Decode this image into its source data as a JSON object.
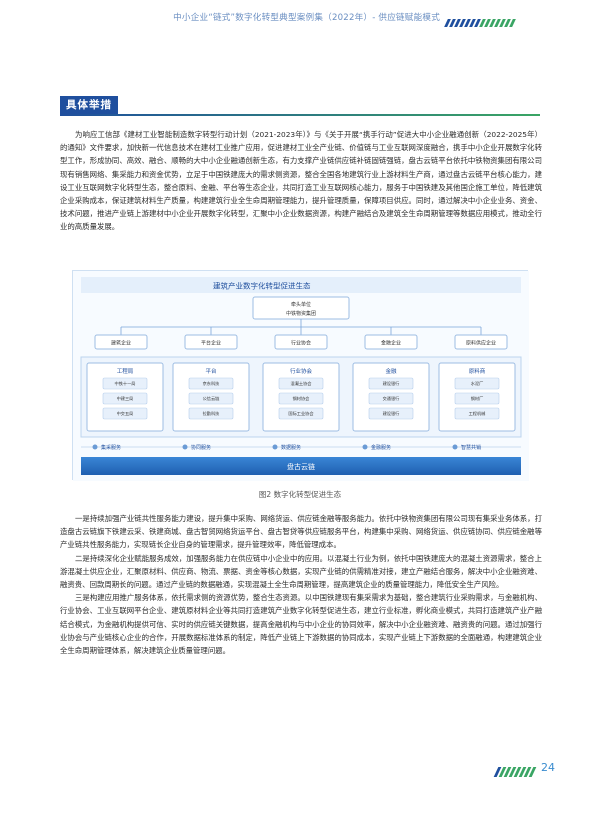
{
  "header": {
    "title": "中小企业“链式”数字化转型典型案例集（2022年）- 供应链赋能模式"
  },
  "section": {
    "tag": "具体举措"
  },
  "paragraph1": "为响应工信部《建材工业智能制造数字转型行动计划（2021-2023年）》与《关于开展“携手行动”促进大中小企业融通创新（2022-2025年）的通知》文件要求，加快新一代信息技术在建材工业推广应用，促进建材工业全产业链、价值链与工业互联网深度融合，携手中小企业开展数字化转型工作，形成协同、高效、融合、顺畅的大中小企业融通创新生态，有力支撑产业链供应链补链固链强链，盘古云链平台依托中铁物资集团有限公司现有销售网络、集采能力和资金优势，立足于中国铁建庞大的需求侧资源，整合全国各地建筑行业上游材料生产商，通过盘古云链平台核心能力，建设工业互联网数字化转型生态，整合原料、金融、平台等生态企业，共同打造工业互联网核心能力，服务于中国铁建及其他国企施工单位，降低建筑企业采购成本，保证建筑材料生产质量，构建建筑行业全生命周期管理能力，提升管理质量，保障项目供应。同时，通过解决中小企业业务、资金、技术问题，推进产业链上游建材中小企业开展数字化转型，汇聚中小企业数据资源，构建产融结合及建筑全生命周期管理等数据应用模式，推动全行业的高质量发展。",
  "figure": {
    "title": "建筑产业数字化转型促进生态",
    "leader_line1": "牵头单位",
    "leader_line2": "中铁物资集团",
    "tier_nodes": [
      "建筑企业",
      "平台企业",
      "行业协会",
      "金融企业",
      "原料供应企业"
    ],
    "groups": [
      {
        "title": "工程局",
        "items": [
          "中铁十一局",
          "中建三局",
          "中交五局"
        ]
      },
      {
        "title": "平台",
        "items": [
          "京东科技",
          "公信云链",
          "拉勤科技"
        ]
      },
      {
        "title": "行业协会",
        "items": [
          "混凝土协会",
          "钢材协会",
          "国际工业协会"
        ]
      },
      {
        "title": "金融",
        "items": [
          "建设银行",
          "交通银行",
          "建设银行"
        ]
      },
      {
        "title": "原料商",
        "items": [
          "水泥厂",
          "钢材厂",
          "工程机械"
        ]
      }
    ],
    "services": [
      "集采服务",
      "协同服务",
      "数据服务",
      "金融服务",
      "智慧共销"
    ],
    "base": "盘古云链"
  },
  "caption": "图2 数字化转型促进生态",
  "paragraph2": "一是持续加强产业链共性服务能力建设，提升集中采购、网络货运、供应链金融等服务能力。依托中铁物资集团有限公司现有集采业务体系，打造盘古云链旗下铁建云采、铁建商城、盘古智贸网络货运平台、盘古智贷等供应链服务平台，构建集中采购、网络货运、供应链协同、供应链金融等产业链共性服务能力，实现链长企业自身的管理需求，提升管理效率，降低管理成本。",
  "paragraph3": "二是持续深化企业赋能服务成效，加强服务能力在供应链中小企业中的应用。以混凝土行业为例，依托中国铁建庞大的混凝土资源需求，整合上游混凝土供应企业，汇聚原材料、供应商、物流、票据、资金等核心数据，实现产业链的供需精准对接，建立产融结合服务，解决中小企业融资难、融资贵、回款周期长的问题。通过产业链的数据融通，实现混凝土全生命周期管理，提高建筑企业的质量管理能力，降低安全生产风险。",
  "paragraph4": "三是构建应用推广服务体系，依托需求侧的资源优势，整合生态资源。以中国铁建现有集采需求为基础，整合建筑行业采购需求，与金融机构、行业协会、工业互联网平台企业、建筑原材料企业等共同打造建筑产业数字化转型促进生态，建立行业标准，孵化商业模式，共同打造建筑产业产融结合模式，为金融机构提供可信、实时的供应链关键数据，提高金融机构与中小企业的协同效率，解决中小企业融资难、融资贵的问题。通过加强行业协会与产业链核心企业的合作，开展数据标准体系的制定，降低产业链上下游数据的协同成本，实现产业链上下游数据的全面融通，构建建筑企业全生命周期管理体系，解决建筑企业质量管理问题。",
  "page_number": "24",
  "colors": {
    "brand_blue": "#1f4f9e",
    "brand_green": "#3aa564",
    "header_text": "#6b8fc2",
    "page_number": "#3a8ccf"
  }
}
